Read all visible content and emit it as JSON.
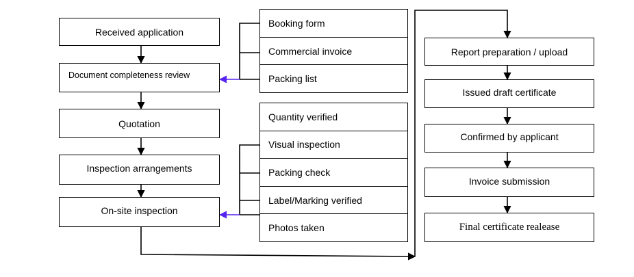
{
  "colors": {
    "line": "#000000",
    "link_arrow": "#5522ee"
  },
  "left_steps": [
    "Received application",
    "Document completeness review",
    "Quotation",
    "Inspection arrangements",
    "On-site inspection"
  ],
  "document_items": [
    "Booking form",
    "Commercial  invoice",
    "Packing list"
  ],
  "inspection_items": [
    "Quantity verified",
    "Visual inspection",
    "Packing check",
    "Label/Marking verified",
    "Photos taken"
  ],
  "right_steps": [
    "Report preparation / upload",
    "Issued draft certificate",
    "Confirmed by applicant",
    "Invoice submission",
    "Final certificate realease"
  ]
}
